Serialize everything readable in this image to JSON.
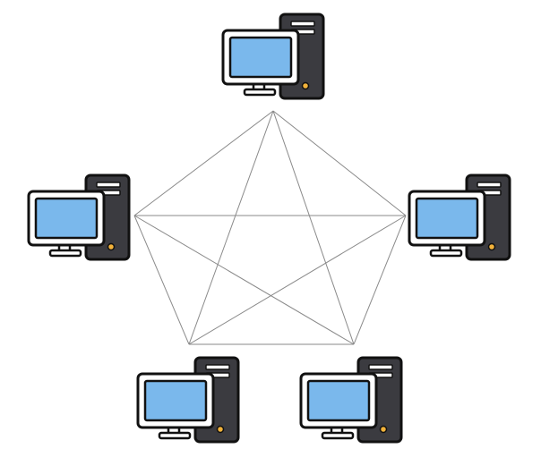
{
  "diagram": {
    "topology": "full-mesh",
    "nodes": [
      {
        "id": "computer-top",
        "icon": "desktop-computer-icon"
      },
      {
        "id": "computer-left",
        "icon": "desktop-computer-icon"
      },
      {
        "id": "computer-right",
        "icon": "desktop-computer-icon"
      },
      {
        "id": "computer-bottom-left",
        "icon": "desktop-computer-icon"
      },
      {
        "id": "computer-bottom-right",
        "icon": "desktop-computer-icon"
      }
    ],
    "edges": [
      [
        "computer-top",
        "computer-left"
      ],
      [
        "computer-top",
        "computer-right"
      ],
      [
        "computer-top",
        "computer-bottom-left"
      ],
      [
        "computer-top",
        "computer-bottom-right"
      ],
      [
        "computer-left",
        "computer-right"
      ],
      [
        "computer-left",
        "computer-bottom-left"
      ],
      [
        "computer-left",
        "computer-bottom-right"
      ],
      [
        "computer-right",
        "computer-bottom-left"
      ],
      [
        "computer-right",
        "computer-bottom-right"
      ],
      [
        "computer-bottom-left",
        "computer-bottom-right"
      ]
    ],
    "colors": {
      "screen": "#7ab8ec",
      "case": "#3b3b40",
      "outline": "#111111",
      "power_led": "#f2b23a",
      "edge": "#8a8a8a"
    }
  }
}
